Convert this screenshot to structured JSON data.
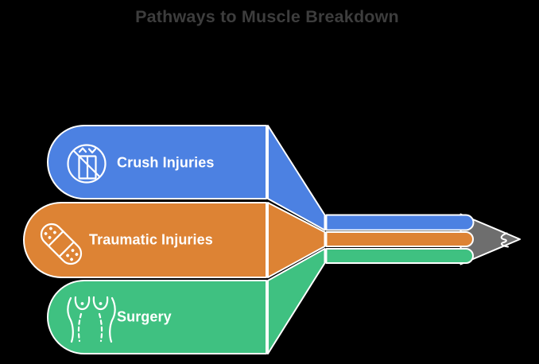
{
  "title": {
    "text": "Pathways to Muscle Breakdown",
    "color": "#3d3d3d"
  },
  "canvas": {
    "background": "#000000",
    "outline_color": "#ffffff",
    "label_text_color": "#ffffff"
  },
  "items": [
    {
      "label": "Crush Injuries",
      "icon": "crush-no-elevator-icon",
      "color": "#4c81e2"
    },
    {
      "label": "Traumatic Injuries",
      "icon": "bandage-icon",
      "color": "#dd8334"
    },
    {
      "label": "Surgery",
      "icon": "torso-surgery-icon",
      "color": "#3fc181"
    }
  ],
  "pencil": {
    "tip_color": "#6e6e6e"
  }
}
